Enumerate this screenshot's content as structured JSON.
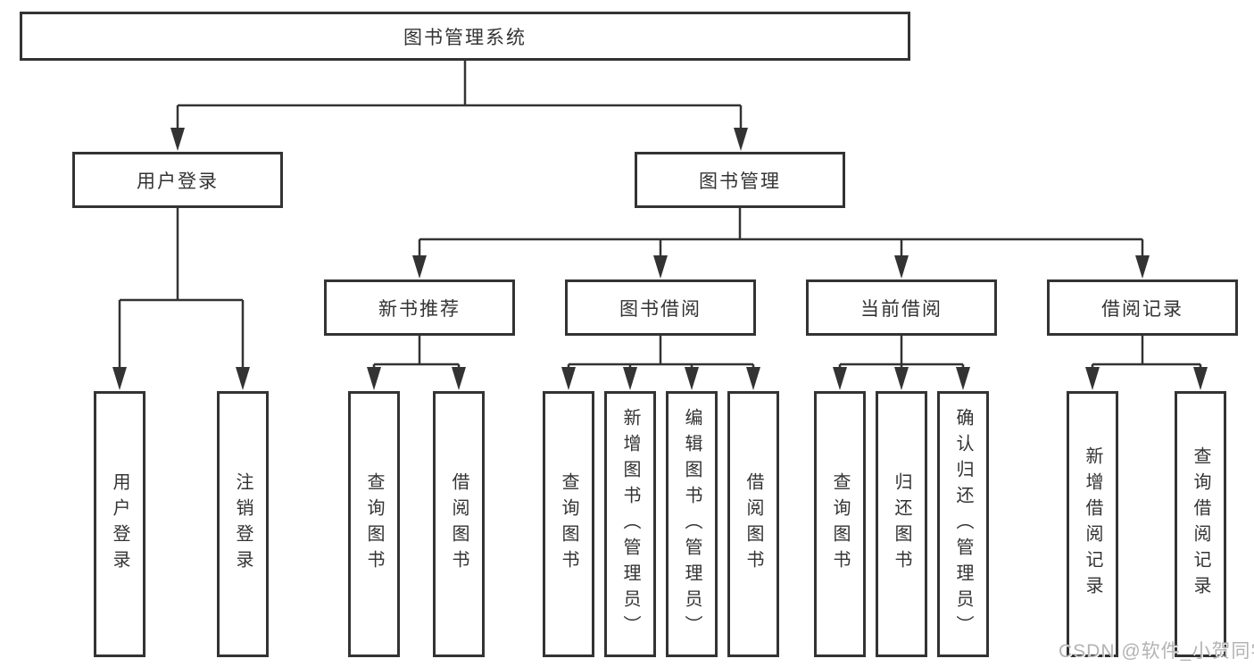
{
  "diagram": {
    "root": {
      "label": "图书管理系统"
    },
    "branches": {
      "user_login": {
        "label": "用户登录"
      },
      "book_mgmt": {
        "label": "图书管理"
      }
    },
    "modules": {
      "new_books": {
        "label": "新书推荐"
      },
      "borrowing": {
        "label": "图书借阅"
      },
      "current": {
        "label": "当前借阅"
      },
      "records": {
        "label": "借阅记录"
      }
    },
    "leaves": {
      "user_login_login": {
        "label": "用户登录"
      },
      "user_login_logout": {
        "label": "注销登录"
      },
      "new_books_query": {
        "label": "查询图书"
      },
      "new_books_borrow": {
        "label": "借阅图书"
      },
      "borrowing_query": {
        "label": "查询图书"
      },
      "borrowing_add": {
        "label": "新增图书（管理员）"
      },
      "borrowing_edit": {
        "label": "编辑图书（管理员）"
      },
      "borrowing_borrow": {
        "label": "借阅图书"
      },
      "current_query": {
        "label": "查询图书"
      },
      "current_return": {
        "label": "归还图书"
      },
      "current_confirm": {
        "label": "确认归还（管理员）"
      },
      "records_add": {
        "label": "新增借阅记录"
      },
      "records_query": {
        "label": "查询借阅记录"
      }
    }
  },
  "watermark": "CSDN @软件_小贺同学",
  "colors": {
    "line": "#333333",
    "text": "#333333",
    "watermark": "#b3b3b3",
    "background": "#ffffff"
  }
}
